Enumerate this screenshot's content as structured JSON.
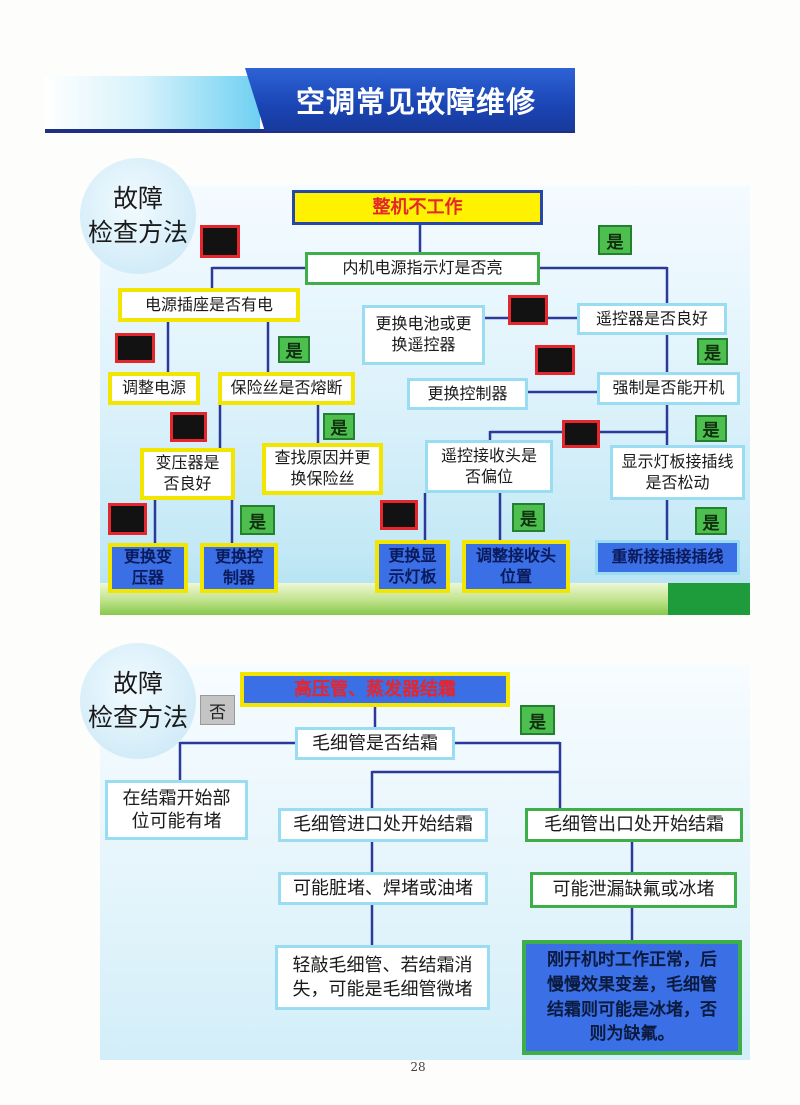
{
  "header": {
    "title": "空调常见故障维修"
  },
  "badge": {
    "line1": "故障",
    "line2": "检查方法"
  },
  "labels": {
    "yes": "是",
    "no": "否"
  },
  "section1": {
    "start": "整机不工作",
    "indicator": "内机电源指示灯是否亮",
    "socket": "电源插座是否有电",
    "remote": "遥控器是否良好",
    "replace_battery": [
      "更换电池或更",
      "换遥控器"
    ],
    "adjust_power": "调整电源",
    "fuse": "保险丝是否熔断",
    "replace_controller": "更换控制器",
    "force_start": "强制是否能开机",
    "transformer": [
      "变压器是",
      "否良好"
    ],
    "find_cause": [
      "查找原因并更",
      "换保险丝"
    ],
    "receiver": [
      "遥控接收头是",
      "否偏位"
    ],
    "display_wire": [
      "显示灯板接插线",
      "是否松动"
    ],
    "replace_transformer": [
      "更换变",
      "压器"
    ],
    "replace_controller_board": [
      "更换控",
      "制器"
    ],
    "replace_display": [
      "更换显",
      "示灯板"
    ],
    "adjust_receiver": [
      "调整接收头",
      "位置"
    ],
    "reconnect": "重新接插接插线"
  },
  "section2": {
    "start": "高压管、蒸发器结霜",
    "capillary": "毛细管是否结霜",
    "frost_start": [
      "在结霜开始部",
      "位可能有堵"
    ],
    "inlet": "毛细管进口处开始结霜",
    "outlet": "毛细管出口处开始结霜",
    "dirty": "可能脏堵、焊堵或油堵",
    "leak": "可能泄漏缺氟或冰堵",
    "tap": [
      "轻敲毛细管、若结霜消",
      "失，可能是毛细管微堵"
    ],
    "explain": [
      "刚开机时工作正常，后",
      "慢慢效果变差，毛细管",
      "结霜则可能是冰堵，否",
      "则为缺氟。"
    ]
  },
  "page_number": "28",
  "colors": {
    "title_blue": "#1b45b5",
    "line_blue": "#2b3a9a",
    "border_yellow": "#f2e600",
    "border_green": "#3dae49",
    "border_cyan": "#9adcf2",
    "fill_blue": "#3a6fe6",
    "marker_green": "#4dbf4f",
    "marker_red": "#e5262c",
    "text_red": "#e5262c"
  }
}
